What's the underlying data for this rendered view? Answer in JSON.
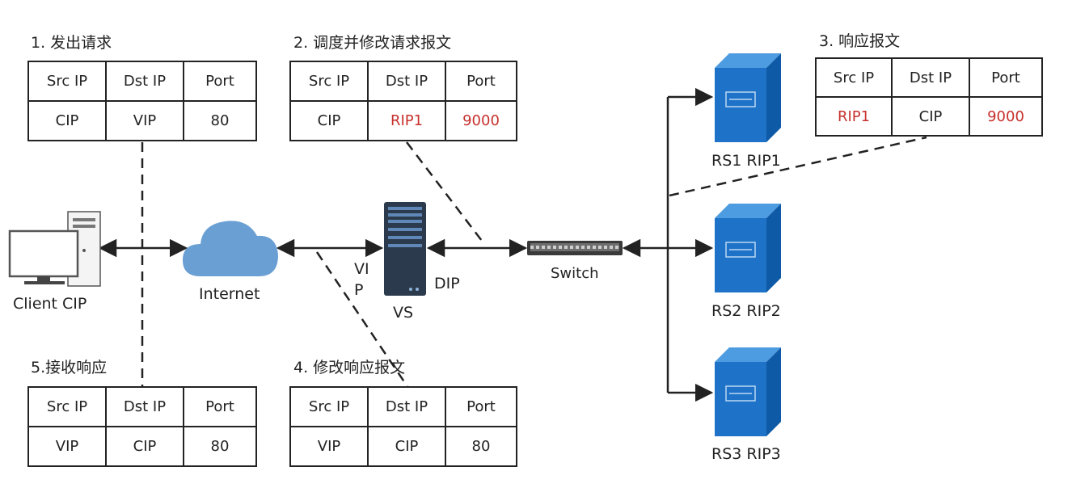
{
  "colors": {
    "server_blue": "#1e73c8",
    "server_blue_dark": "#0f5aa6",
    "modified_red": "#c6312d",
    "line": "#222222"
  },
  "headers": [
    "Src IP",
    "Dst IP",
    "Port"
  ],
  "steps": [
    {
      "title": "1. 发出请求",
      "row": [
        {
          "text": "CIP",
          "mod": false
        },
        {
          "text": "VIP",
          "mod": false
        },
        {
          "text": "80",
          "mod": false
        }
      ]
    },
    {
      "title": "2. 调度并修改请求报文",
      "row": [
        {
          "text": "CIP",
          "mod": false
        },
        {
          "text": "RIP1",
          "mod": true
        },
        {
          "text": "9000",
          "mod": true
        }
      ]
    },
    {
      "title": "3. 响应报文",
      "row": [
        {
          "text": "RIP1",
          "mod": true
        },
        {
          "text": "CIP",
          "mod": false
        },
        {
          "text": "9000",
          "mod": true
        }
      ]
    },
    {
      "title": "4. 修改响应报文",
      "row": [
        {
          "text": "VIP",
          "mod": false
        },
        {
          "text": "CIP",
          "mod": false
        },
        {
          "text": "80",
          "mod": false
        }
      ]
    },
    {
      "title": "5.接收响应",
      "row": [
        {
          "text": "VIP",
          "mod": false
        },
        {
          "text": "CIP",
          "mod": false
        },
        {
          "text": "80",
          "mod": false
        }
      ]
    }
  ],
  "nodes": {
    "client": "Client CIP",
    "internet": "Internet",
    "vip": "VI\nP",
    "vs": "VS",
    "dip": "DIP",
    "switch": "Switch",
    "rs1": "RS1 RIP1",
    "rs2": "RS2 RIP2",
    "rs3": "RS3 RIP3"
  }
}
